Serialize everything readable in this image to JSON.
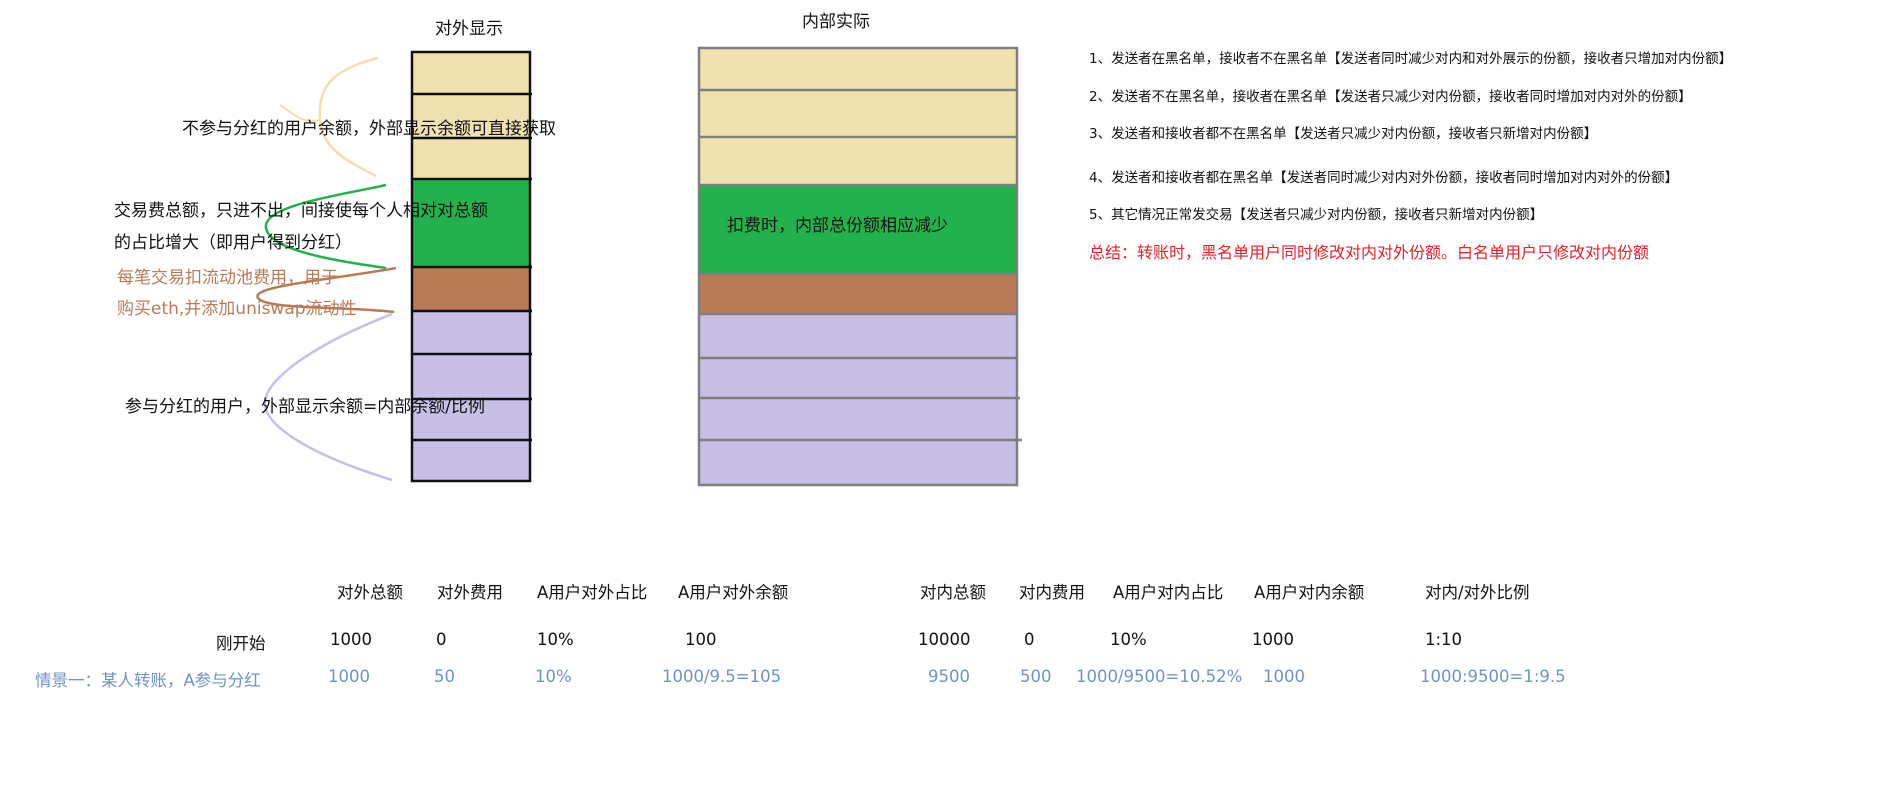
{
  "diagram": {
    "left_title": "对外显示",
    "right_title": "内部实际",
    "labels": {
      "no_dividend": "不参与分红的用户余额，外部显示余额可直接获取",
      "fee_line1": "交易费总额，只进不出，间接使每个人相对对总额",
      "fee_line2": "的占比增大（即用户得到分红）",
      "lp_line1": "每笔交易扣流动池费用，用于",
      "lp_line2": "购买eth,并添加uniswap流动性",
      "dividend": "参与分红的用户，外部显示余额=内部余额/比例",
      "inner_fee": "扣费时，内部总份额相应减少"
    },
    "colors": {
      "beige": "#f0e2b0",
      "green": "#22b14c",
      "brown": "#b97a56",
      "lavender": "#c8bfe7",
      "summary_red": "#e8202a",
      "scenario_blue": "#6f93c7"
    }
  },
  "rules": [
    "1、发送者在黑名单，接收者不在黑名单【发送者同时减少对内和对外展示的份额，接收者只增加对内份额】",
    "2、发送者不在黑名单，接收者在黑名单【发送者只减少对内份额，接收者同时增加对内对外的份额】",
    "3、发送者和接收者都不在黑名单【发送者只减少对内份额，接收者只新增对内份额】",
    "4、发送者和接收者都在黑名单【发送者同时减少对内对外份额，接收者同时增加对内对外的份额】",
    "5、其它情况正常发交易【发送者只减少对内份额，接收者只新增对内份额】"
  ],
  "summary": "总结：转账时，黑名单用户同时修改对内对外份额。白名单用户只修改对内份额",
  "table": {
    "headers": [
      "对外总额",
      "对外费用",
      "A用户对外占比",
      "A用户对外余额",
      "对内总额",
      "对内费用",
      "A用户对内占比",
      "A用户对内余额",
      "对内/对外比例"
    ],
    "rows": [
      {
        "label": "刚开始",
        "cells": [
          "1000",
          "0",
          "10%",
          "100",
          "10000",
          "0",
          "10%",
          "1000",
          "1:10"
        ]
      },
      {
        "label": "情景一：某人转账，A参与分红",
        "cells": [
          "1000",
          "50",
          "10%",
          "1000/9.5=105",
          "9500",
          "500",
          "1000/9500=10.52%",
          "1000",
          "1000:9500=1:9.5"
        ]
      }
    ]
  }
}
